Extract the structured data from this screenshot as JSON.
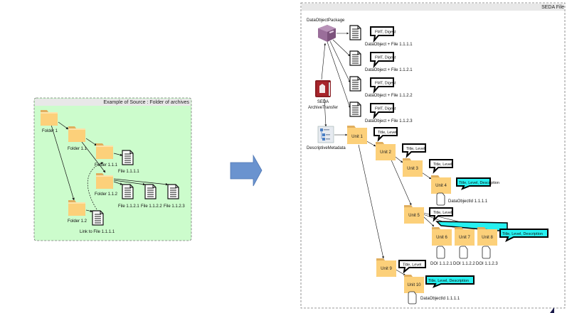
{
  "colors": {
    "source_bg": "#ccfccc",
    "header_bg": "#e8e8e8",
    "folder": "#fcd07a",
    "folder_tab": "#e0ae5e",
    "arrow_fill": "#6a93cf",
    "arrow_stroke": "#4f77b4",
    "package_purple": "#9a6e9a",
    "transfer_red": "#8b1d22",
    "callout_cyan": "#26f0f0"
  },
  "source_panel": {
    "title": "Example of Source : Folder of archives",
    "folders": [
      {
        "id": "f1",
        "label": "Folder 1"
      },
      {
        "id": "f11",
        "label": "Folder 1.1"
      },
      {
        "id": "f111",
        "label": "Folder 1.1.1"
      },
      {
        "id": "f112",
        "label": "Folder 1.1.2"
      },
      {
        "id": "f12",
        "label": "Folder 1.2"
      }
    ],
    "files": [
      {
        "id": "file1111",
        "label": "File 1.1.1.1"
      },
      {
        "id": "file1121",
        "label": "File 1.1.2.1"
      },
      {
        "id": "file1122",
        "label": "File 1.1.2.2"
      },
      {
        "id": "file1123",
        "label": "File 1.1.2.3"
      },
      {
        "id": "link",
        "label": "Link to File 1.1.1.1"
      }
    ]
  },
  "transform_arrow": {
    "icon": "right-arrow-icon"
  },
  "seda_panel": {
    "title": "SEDA File",
    "package_label": "DataObjectPackage",
    "transfer_label_1": "SEDA",
    "transfer_label_2": "ArchiveTransfer",
    "metadata_label": "DescriptiveMetadata",
    "data_objects": [
      {
        "label": "DataObject + File 1.1.1.1",
        "callout": "FMT, Digest"
      },
      {
        "label": "DataObject + File 1.1.2.1",
        "callout": "FMT, Digest"
      },
      {
        "label": "DataObject + File 1.1.2.2",
        "callout": "FMT, Digest"
      },
      {
        "label": "DataObject + File 1.1.2.3",
        "callout": "FMT, Digest"
      }
    ],
    "units": [
      {
        "label": "Unit 1",
        "callout": "Title, Level",
        "highlight": false
      },
      {
        "label": "Unit 2",
        "callout": "Title, Level",
        "highlight": false
      },
      {
        "label": "Unit 3",
        "callout": "Title, Level",
        "highlight": false
      },
      {
        "label": "Unit 4",
        "callout": "Title, Level, Description",
        "highlight": true,
        "ref": "DataObjectId 1.1.1.1"
      },
      {
        "label": "Unit 5",
        "callout": "Title, Level",
        "highlight": false
      },
      {
        "label": "Unit 6",
        "callout": "",
        "highlight": true,
        "ref": "DOI 1.1.2.1"
      },
      {
        "label": "Unit 7",
        "callout": "",
        "highlight": true,
        "ref": "DOI 1.1.2.2"
      },
      {
        "label": "Unit 8",
        "callout": "Title, Level, Description",
        "highlight": true,
        "ref": "DOI 1.1.2.3"
      },
      {
        "label": "Unit 9",
        "callout": "Title, Level",
        "highlight": false
      },
      {
        "label": "Unit 10",
        "callout": "Title, Level, Description",
        "highlight": true,
        "ref": "DataObjectId 1.1.1.1"
      }
    ]
  }
}
